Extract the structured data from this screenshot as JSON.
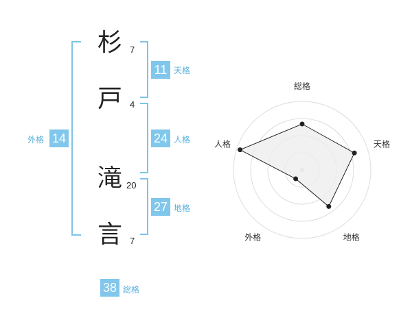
{
  "name": {
    "characters": [
      {
        "char": "杉",
        "strokes": "7"
      },
      {
        "char": "戸",
        "strokes": "4"
      },
      {
        "char": "滝",
        "strokes": "20"
      },
      {
        "char": "言",
        "strokes": "7"
      }
    ]
  },
  "scores": {
    "tenkaku": {
      "value": "11",
      "label": "天格"
    },
    "jinkaku": {
      "value": "24",
      "label": "人格"
    },
    "chikaku": {
      "value": "27",
      "label": "地格"
    },
    "gaikaku": {
      "value": "14",
      "label": "外格"
    },
    "soukaku": {
      "value": "38",
      "label": "総格"
    }
  },
  "colors": {
    "accent": "#81c7ec",
    "bracket": "#7cc4ea",
    "label": "#5ab0de",
    "radar_fill": "#eeeeee",
    "radar_line": "#222222"
  },
  "chart_data": {
    "type": "radar",
    "axes": [
      "総格",
      "天格",
      "地格",
      "外格",
      "人格"
    ],
    "values": [
      0.67,
      0.8,
      0.66,
      0.16,
      0.95
    ],
    "rings": 4,
    "scale": [
      0,
      1
    ]
  }
}
